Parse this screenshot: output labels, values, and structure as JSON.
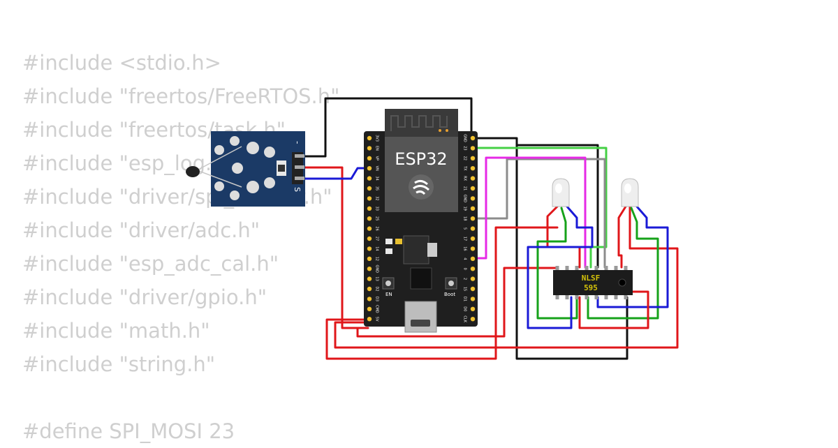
{
  "code_lines": [
    "#include <stdio.h>",
    "#include \"freertos/FreeRTOS.h\"",
    "#include \"freertos/task.h\"",
    "#include \"esp_log.h\"",
    "#include \"driver/spi_master.h\"",
    "#include \"driver/adc.h\"",
    "#include \"esp_adc_cal.h\"",
    "#include \"driver/gpio.h\"",
    "#include \"math.h\"",
    "#include \"string.h\"",
    "",
    "#define SPI_MOSI 23"
  ],
  "esp32": {
    "label": "ESP32",
    "left_pins": [
      "3V3",
      "EN",
      "VP",
      "VN",
      "34",
      "35",
      "32",
      "33",
      "25",
      "26",
      "27",
      "14",
      "12",
      "GND",
      "13",
      "D2",
      "D3",
      "CMD",
      "5V"
    ],
    "right_pins": [
      "GND",
      "23",
      "22",
      "TX",
      "RX",
      "21",
      "GND",
      "19",
      "18",
      "5",
      "17",
      "16",
      "4",
      "0",
      "2",
      "15",
      "D1",
      "D0",
      "CLK"
    ],
    "button_en": "EN",
    "button_boot": "Boot"
  },
  "sensor": {
    "pin_minus": "-",
    "pin_signal": "S"
  },
  "shift_register": {
    "line1": "NLSF",
    "line2": "595"
  },
  "colors": {
    "pcb": "#1f1f1f",
    "sensor_board": "#1b3a66",
    "wire_red": "#e0161a",
    "wire_black": "#111111",
    "wire_green": "#16a21a",
    "wire_blue": "#1a1ad6",
    "wire_gray": "#8c8c8c",
    "wire_magenta": "#e629e6",
    "wire_light_green": "#44d044",
    "chip_label": "#d4c20a",
    "code_text": "#cfcfcf"
  }
}
